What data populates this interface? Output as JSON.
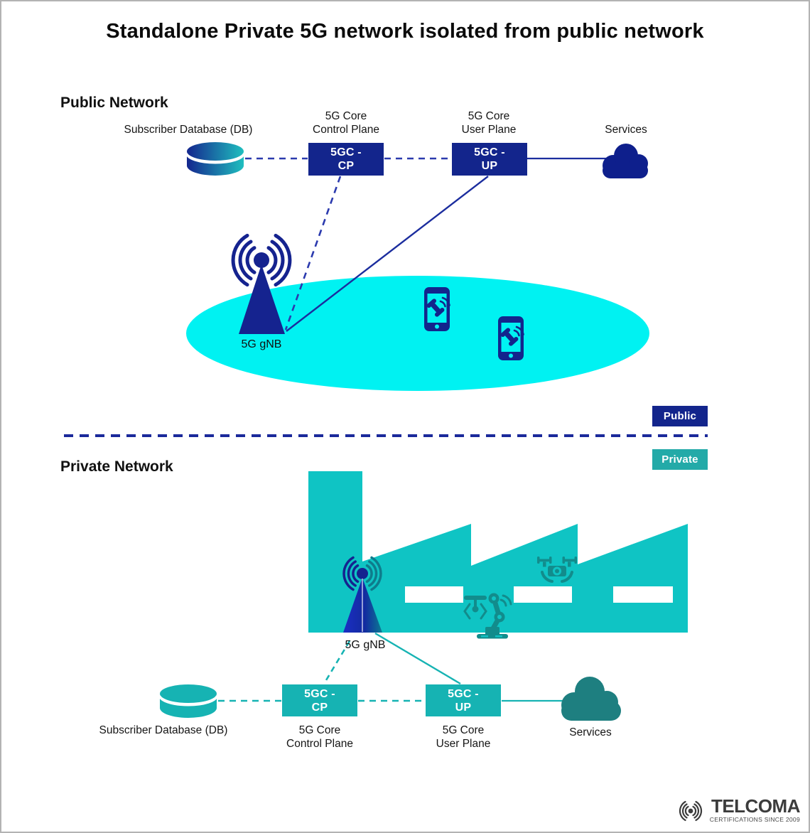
{
  "title": "Standalone Private 5G network isolated from public network",
  "badges": {
    "public": "Public",
    "private": "Private"
  },
  "public": {
    "heading": "Public Network",
    "db_label": "Subscriber Database (DB)",
    "cp_title": [
      "5G Core",
      "Control Plane"
    ],
    "cp_box": [
      "5GC -",
      "CP"
    ],
    "up_title": [
      "5G Core",
      "User Plane"
    ],
    "up_box": [
      "5GC -",
      "UP"
    ],
    "services_label": "Services",
    "gnb_label": "5G gNB"
  },
  "private": {
    "heading": "Private Network",
    "db_label": "Subscriber Database (DB)",
    "cp_title": [
      "5G Core",
      "Control Plane"
    ],
    "cp_box": [
      "5GC -",
      "CP"
    ],
    "up_title": [
      "5G Core",
      "User Plane"
    ],
    "up_box": [
      "5GC -",
      "UP"
    ],
    "services_label": "Services",
    "gnb_label": "5G gNB"
  },
  "logo": {
    "brand": "TELCOMA",
    "tagline": "CERTIFICATIONS SINCE 2009"
  },
  "icons": {
    "database": "cylinder-database",
    "cloud": "cloud-shape",
    "gnb_tower": "antenna-tower-with-radio-waves",
    "phone": "smartphone-with-call-glyph",
    "drone": "quadcopter-drone",
    "robot": "robotic-arm",
    "logo_signal": "radio-waves-around-dot"
  },
  "colors": {
    "navy": "#13258C",
    "navy_line": "#2233A8",
    "coverage_cyan": "#00F2F2",
    "teal": "#16B3B3",
    "factory_teal": "#0FC4C4",
    "cloud_dark_teal": "#1E7F80",
    "icon_dark_teal": "#128C8C",
    "private_badge_teal": "#23AAA8"
  }
}
